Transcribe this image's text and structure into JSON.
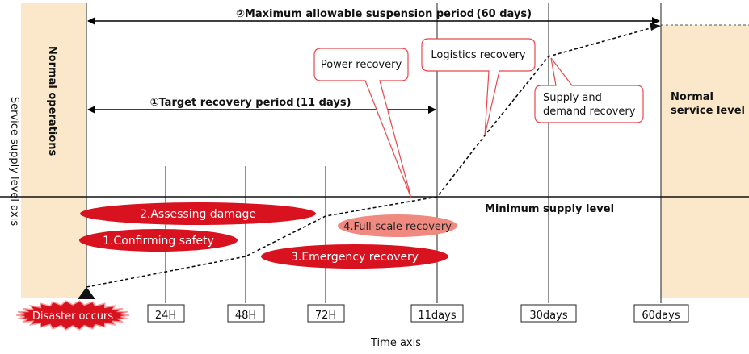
{
  "y_axis_label": "Service supply level axis",
  "x_axis_label": "Time axis",
  "normal_operations_label": "Normal operations",
  "normal_service_level_label": [
    "Normal",
    "service level"
  ],
  "maximum_period_label": "②Maximum allowable suspension period (60 days)",
  "target_period_label": "①Target recovery period (11 days)",
  "minimum_supply_label": "Minimum supply level",
  "time_ticks": [
    "24H",
    "48H",
    "72H",
    "11days",
    "30days",
    "60days"
  ],
  "disaster_label": "Disaster occurs",
  "phases": {
    "assessing": "2.Assessing damage",
    "safety": "1.Confirming safety",
    "emergency": "3.Emergency recovery",
    "fullscale": "4.Full-scale recovery"
  },
  "callouts": {
    "power": "Power recovery",
    "logistics": "Logistics recovery",
    "supply": [
      "Supply and",
      "demand recovery"
    ]
  },
  "colors": {
    "normal_band": "#fbe7c9",
    "phase_red": "#d9121f",
    "phase_light": "#f08a80",
    "callout_border": "#e8474b",
    "grid": "#222222"
  }
}
